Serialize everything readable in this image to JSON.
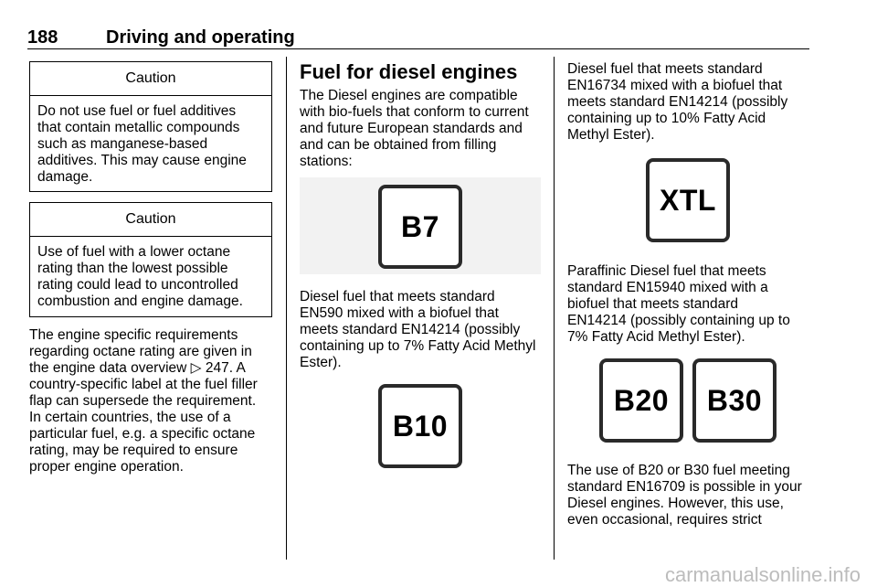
{
  "header": {
    "page_number": "188",
    "chapter": "Driving and operating"
  },
  "col1": {
    "caution1": {
      "title": "Caution",
      "lines": [
        "Do not use fuel or fuel additives",
        "that contain metallic compounds",
        "such as manganese-based",
        "additives. This may cause engine",
        "damage."
      ]
    },
    "caution2": {
      "title": "Caution",
      "lines": [
        "Use of fuel with a lower octane",
        "rating than the lowest possible",
        "rating could lead to uncontrolled",
        "combustion and engine damage."
      ]
    },
    "para_lines": [
      "The engine specific requirements",
      "regarding octane rating are given in",
      "the engine data overview ▷ 247. A",
      "country-specific label at the fuel filler",
      "flap can supersede the requirement.",
      "In certain countries, the use of a",
      "particular fuel, e.g. a specific octane",
      "rating, may be required to ensure",
      "proper engine operation."
    ]
  },
  "col2": {
    "heading": "Fuel for diesel engines",
    "intro_lines": [
      "The Diesel engines are compatible",
      "with bio-fuels that conform to current",
      "and future European standards and",
      "and can be obtained from filling",
      "stations:"
    ],
    "badge_b7": "B7",
    "b7_lines": [
      "Diesel fuel that meets standard",
      "EN590 mixed with a biofuel that",
      "meets standard EN14214 (possibly",
      "containing up to 7% Fatty Acid Methyl",
      "Ester)."
    ],
    "badge_b10": "B10"
  },
  "col3": {
    "b10_lines": [
      "Diesel fuel that meets standard",
      "EN16734 mixed with a biofuel that",
      "meets standard EN14214 (possibly",
      "containing up to 10% Fatty Acid",
      "Methyl Ester)."
    ],
    "badge_xtl": "XTL",
    "xtl_lines": [
      "Paraffinic Diesel fuel that meets",
      "standard EN15940 mixed with a",
      "biofuel that meets standard",
      "EN14214 (possibly containing up to",
      "7% Fatty Acid Methyl Ester)."
    ],
    "badge_b20": "B20",
    "badge_b30": "B30",
    "b20_lines": [
      "The use of B20 or B30 fuel meeting",
      "standard EN16709 is possible in your",
      "Diesel engines. However, this use,",
      "even occasional, requires strict"
    ]
  },
  "footer": {
    "watermark": "carmanualsonline.info"
  }
}
